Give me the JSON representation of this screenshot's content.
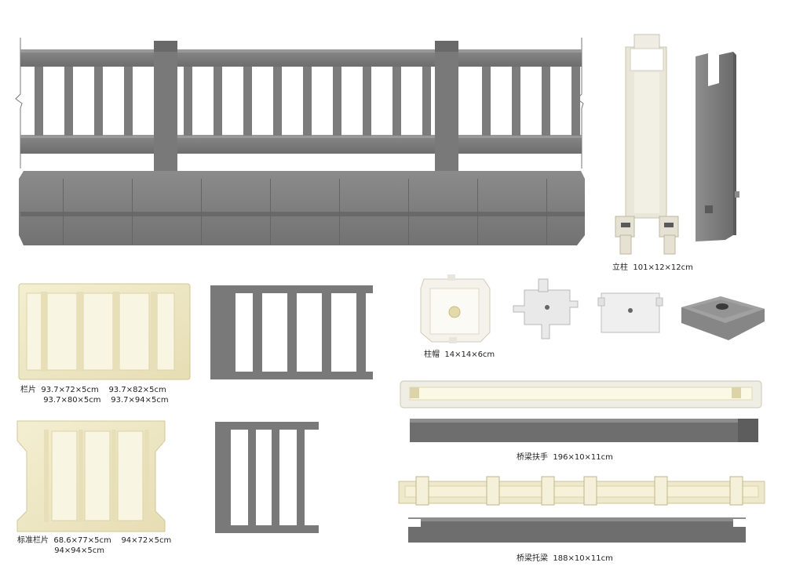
{
  "colors": {
    "concrete": "#7b7a7b",
    "concrete_dark": "#5f5e5f",
    "concrete_light": "#929192",
    "mold": "#efe9c8",
    "mold_inner": "#f7f3dd",
    "mold_edge": "#d8ceA0",
    "plastic_white": "#f2f2f2"
  },
  "captions": {
    "column": {
      "label": "立柱",
      "size": "101×12×12cm"
    },
    "panel": {
      "label": "栏片",
      "sizes": [
        "93.7×72×5cm",
        "93.7×82×5cm",
        "93.7×80×5cm",
        "93.7×94×5cm"
      ]
    },
    "cap": {
      "label": "柱帽",
      "size": "14×14×6cm"
    },
    "handrail": {
      "label": "桥梁扶手",
      "size": "196×10×11cm"
    },
    "standard_panel": {
      "label": "标准栏片",
      "sizes": [
        "68.6×77×5cm",
        "94×72×5cm",
        "94×94×5cm"
      ]
    },
    "beam": {
      "label": "桥梁托梁",
      "size": "188×10×11cm"
    }
  }
}
